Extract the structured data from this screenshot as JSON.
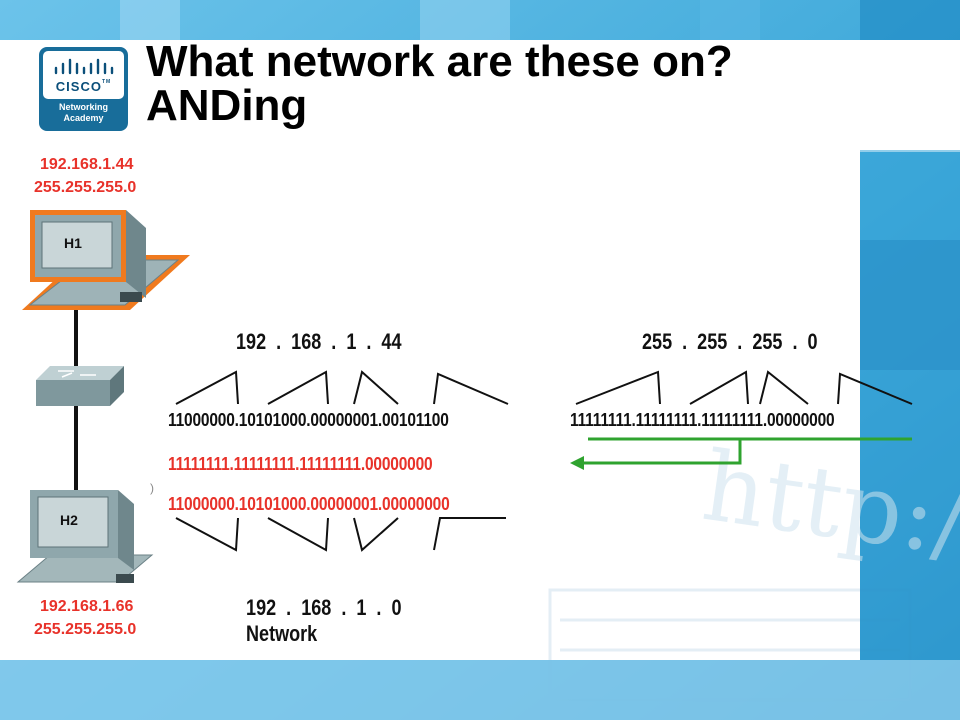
{
  "slide": {
    "title_line1": "What network are these on?",
    "title_line2": "ANDing"
  },
  "logo": {
    "brand": "CISCO",
    "tm": "TM",
    "line1": "Networking",
    "line2": "Academy"
  },
  "hosts": [
    {
      "label": "H1",
      "ip": "192.168.1.44",
      "mask": "255.255.255.0"
    },
    {
      "label": "H2",
      "ip": "192.168.1.66",
      "mask": "255.255.255.0"
    }
  ],
  "left_calc": {
    "ip_decimal": "192  .  168  .  1  .  44",
    "ip_binary": "11000000.10101000.00000001.00101100",
    "mask_binary": "11111111.11111111.11111111.00000000",
    "result_binary": "11000000.10101000.00000001.00000000",
    "result_decimal": "192  .  168  .  1  .  0",
    "result_label": "Network"
  },
  "right_calc": {
    "mask_decimal": "255  .  255  .  255  .  0",
    "mask_binary": "11111111.11111111.11111111.00000000"
  },
  "background_text": "http://ww",
  "colors": {
    "red": "#e8322a",
    "green": "#2fa32f",
    "orange": "#f07a1e",
    "title_bg": "#ffffff",
    "slide_blue": "#2a9bd0"
  }
}
